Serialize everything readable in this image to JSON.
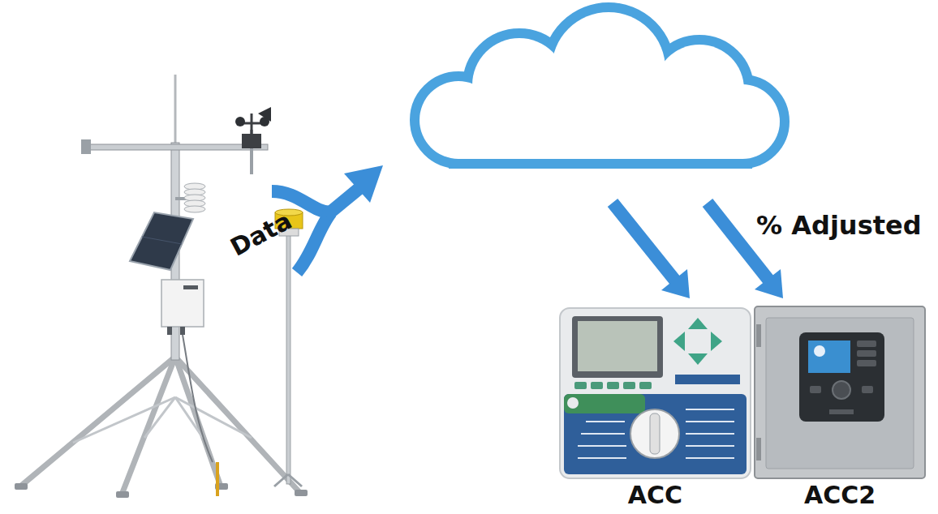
{
  "diagram": {
    "nodes": [
      {
        "text": [
          "ACC"
        ]
      },
      {
        "text": [
          "ACC2"
        ]
      }
    ],
    "labels": [
      "Data",
      "% Adjusted"
    ]
  }
}
